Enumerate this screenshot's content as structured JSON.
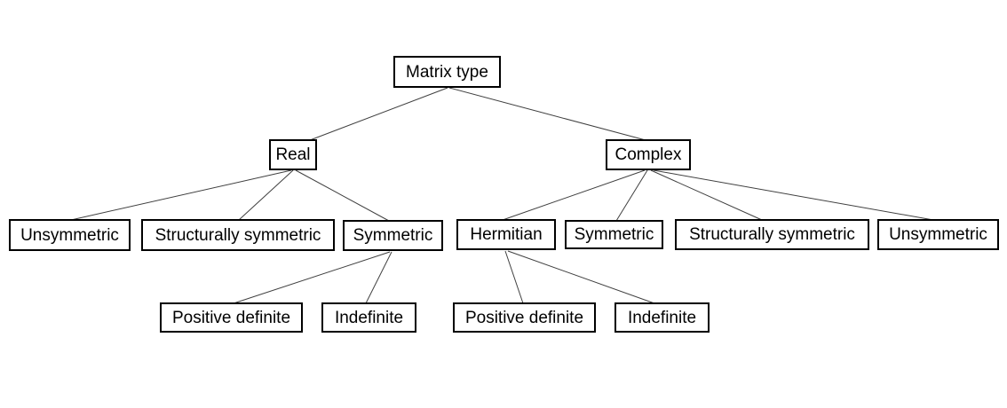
{
  "diagram": {
    "type": "tree",
    "colors": {
      "background": "#ffffff",
      "box_border": "#000000",
      "box_fill": "#ffffff",
      "text": "#000000",
      "connector": "#3f3f3f"
    },
    "nodes": {
      "matrix_type": {
        "label": "Matrix type"
      },
      "real": {
        "label": "Real"
      },
      "complex": {
        "label": "Complex"
      },
      "real_unsymmetric": {
        "label": "Unsymmetric"
      },
      "real_structurally_symmetric": {
        "label": "Structurally symmetric"
      },
      "real_symmetric": {
        "label": "Symmetric"
      },
      "hermitian": {
        "label": "Hermitian"
      },
      "complex_symmetric": {
        "label": "Symmetric"
      },
      "complex_structurally_symmetric": {
        "label": "Structurally symmetric"
      },
      "complex_unsymmetric": {
        "label": "Unsymmetric"
      },
      "real_positive_definite": {
        "label": "Positive definite"
      },
      "real_indefinite": {
        "label": "Indefinite"
      },
      "hermitian_positive_definite": {
        "label": "Positive definite"
      },
      "hermitian_indefinite": {
        "label": "Indefinite"
      }
    },
    "edges": [
      {
        "from": "matrix_type",
        "to": "real"
      },
      {
        "from": "matrix_type",
        "to": "complex"
      },
      {
        "from": "real",
        "to": "real_unsymmetric"
      },
      {
        "from": "real",
        "to": "real_structurally_symmetric"
      },
      {
        "from": "real",
        "to": "real_symmetric"
      },
      {
        "from": "complex",
        "to": "hermitian"
      },
      {
        "from": "complex",
        "to": "complex_symmetric"
      },
      {
        "from": "complex",
        "to": "complex_structurally_symmetric"
      },
      {
        "from": "complex",
        "to": "complex_unsymmetric"
      },
      {
        "from": "real_symmetric",
        "to": "real_positive_definite"
      },
      {
        "from": "real_symmetric",
        "to": "real_indefinite"
      },
      {
        "from": "hermitian",
        "to": "hermitian_positive_definite"
      },
      {
        "from": "hermitian",
        "to": "hermitian_indefinite"
      }
    ]
  }
}
